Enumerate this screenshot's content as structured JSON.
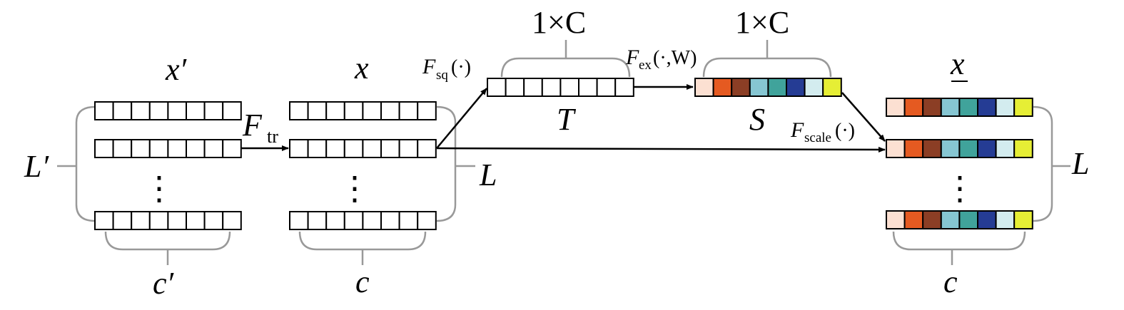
{
  "labels": {
    "x_prime": "x′",
    "x": "x",
    "x_tilde": "x",
    "L_prime": "L′",
    "L_mid": "L",
    "L_right": "L",
    "c_prime": "c′",
    "c_mid": "c",
    "c_right": "c",
    "F_tr_main": "F",
    "F_tr_sub": "tr",
    "F_sq_main": "F",
    "F_sq_sub": "sq",
    "F_sq_arg": "(·)",
    "F_ex_main": "F",
    "F_ex_sub": "ex",
    "F_ex_arg": "(·,W)",
    "F_scale_main": "F",
    "F_scale_sub": "scale",
    "F_scale_arg": "(·)",
    "T": "T",
    "S": "S",
    "one_by_C_T": "1×C",
    "one_by_C_S": "1×C",
    "dots": "⋮"
  },
  "colors": {
    "stroke": "#000000",
    "brace": "#999999",
    "cells": [
      "#fce0d2",
      "#e55a21",
      "#8b3e25",
      "#86c6d2",
      "#40a39b",
      "#253c94",
      "#d3ecef",
      "#e6ee35"
    ]
  }
}
